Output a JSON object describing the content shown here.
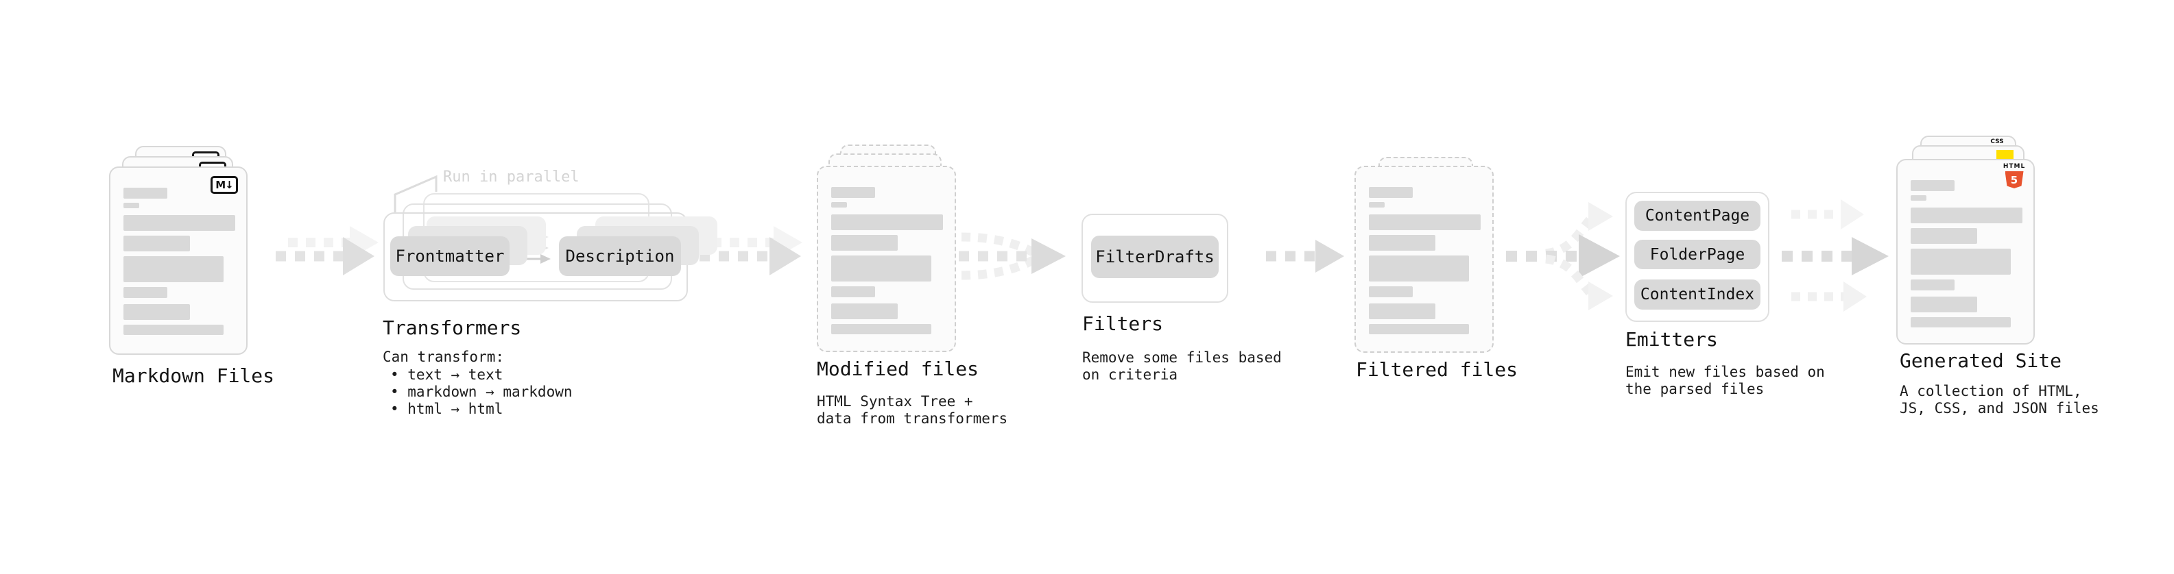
{
  "markdown": {
    "title": "Markdown Files",
    "badge": "M↓"
  },
  "transformers": {
    "title": "Transformers",
    "note": "Run in parallel",
    "box1": "Frontmatter",
    "box2": "Description",
    "desc1": "Can transform:",
    "bullet1": "• text → text",
    "bullet2": "• markdown → markdown",
    "bullet3": "• html → html"
  },
  "modified": {
    "title": "Modified files",
    "desc1": "HTML Syntax Tree +",
    "desc2": "data from transformers"
  },
  "filters": {
    "title": "Filters",
    "box1": "FilterDrafts",
    "desc1": "Remove some files based",
    "desc2": "on criteria"
  },
  "filtered": {
    "title": "Filtered files"
  },
  "emitters": {
    "title": "Emitters",
    "box1": "ContentPage",
    "box2": "FolderPage",
    "box3": "ContentIndex",
    "desc1": "Emit new files based on",
    "desc2": "the parsed files"
  },
  "generated": {
    "title": "Generated Site",
    "desc1": "A collection of HTML,",
    "desc2": "JS, CSS, and JSON files",
    "badge_css": "CSS",
    "badge_html": "HTML",
    "badge_five": "5"
  },
  "colors": {
    "card_bg": "#fbfbfb",
    "card_border": "#d8d8d8",
    "dashed_border": "#cfcfcf",
    "placeholder_bar": "#d9d9d9",
    "gray_box": "#d9d9d9",
    "arrow_gray": "#dedede",
    "note_gray": "#d4d4d4",
    "css_blue": "#2e6bf0",
    "js_yellow": "#ffdf00",
    "html5_orange": "#e8532e"
  }
}
